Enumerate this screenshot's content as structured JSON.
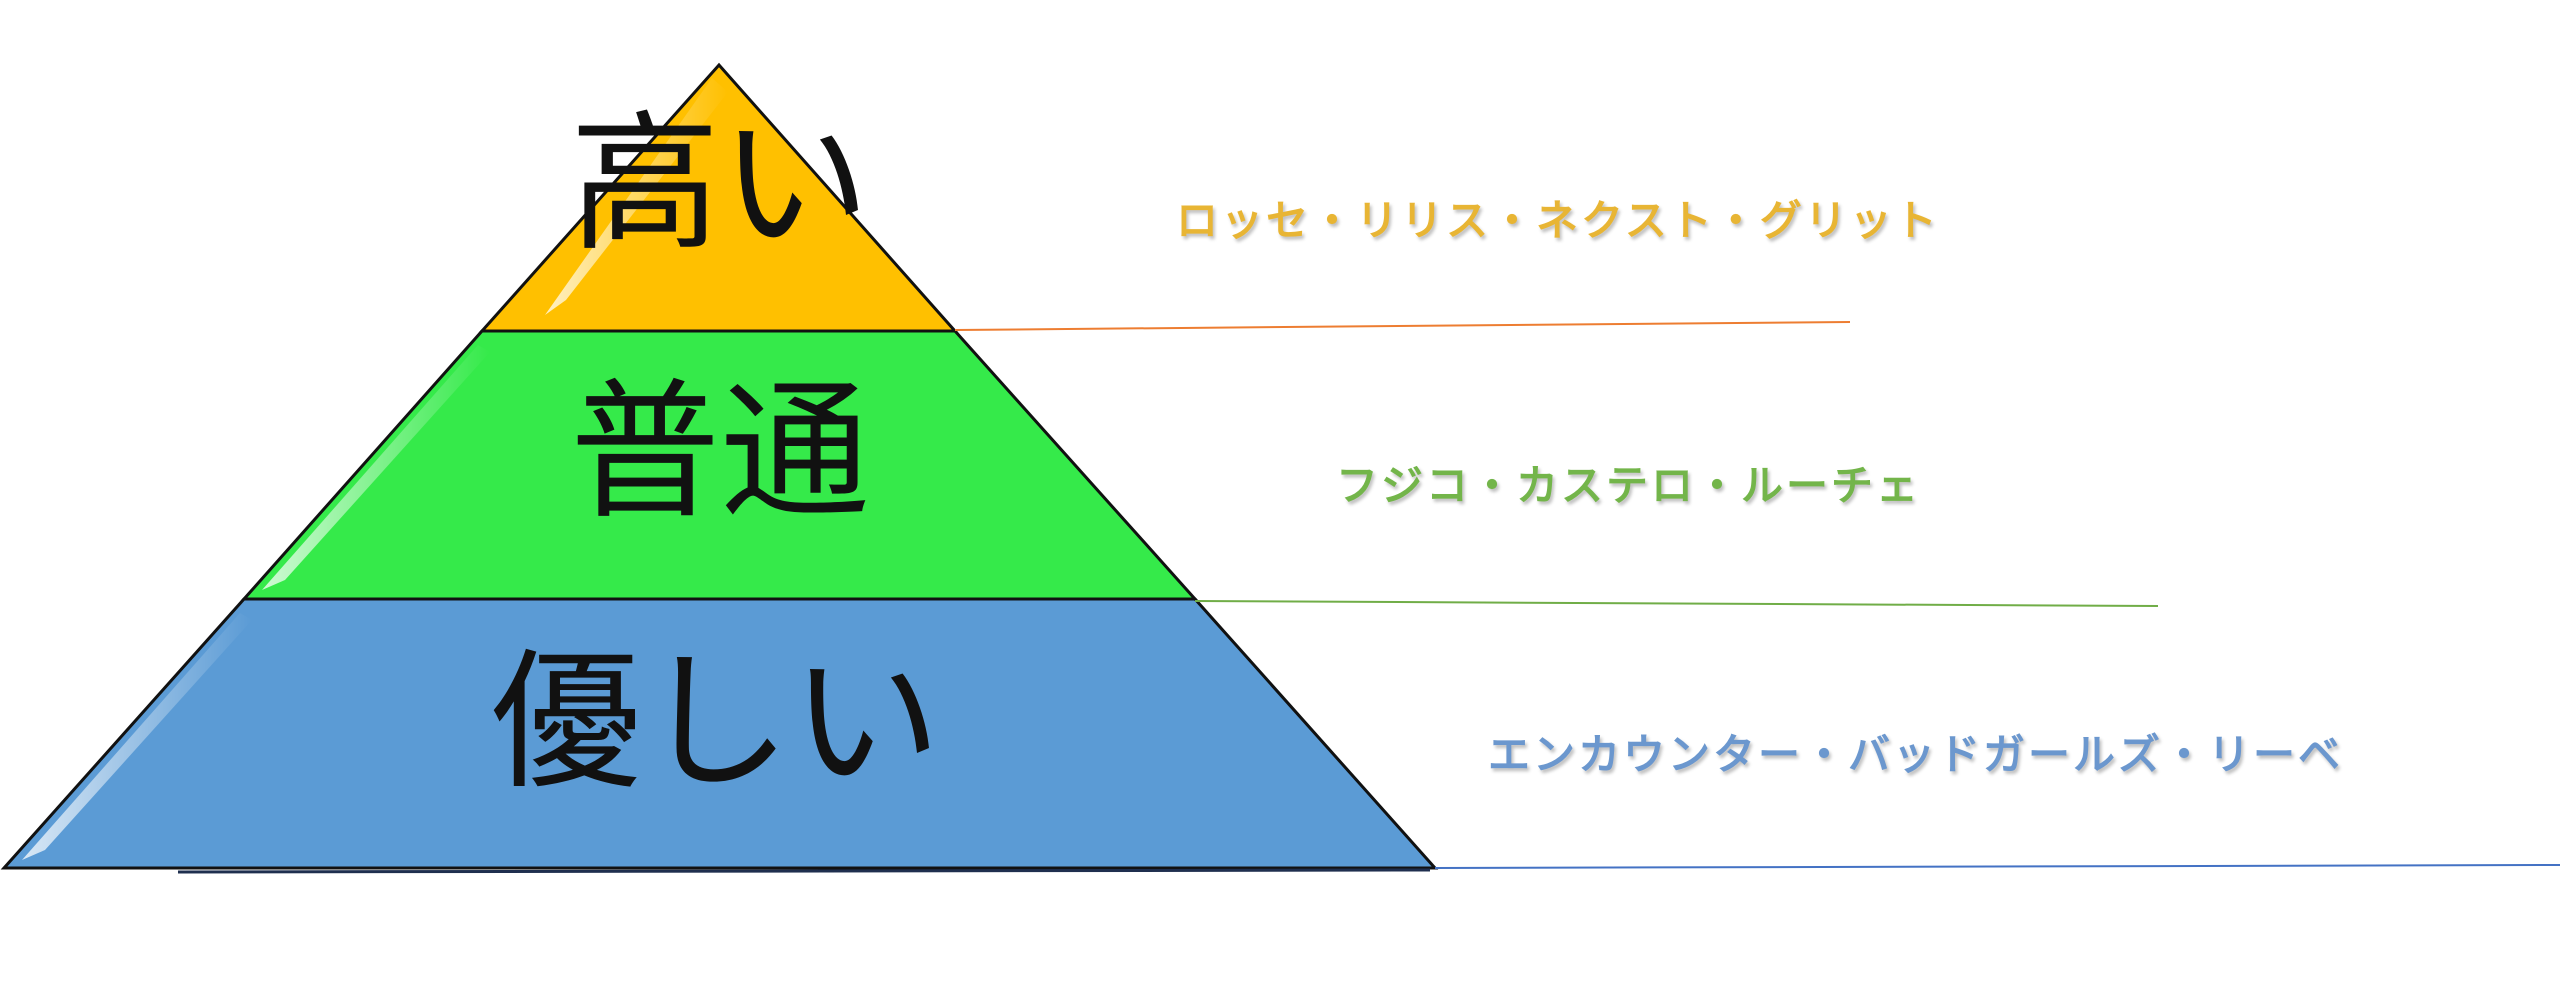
{
  "colors": {
    "tier_top": "#FFC000",
    "tier_middle": "#35EA4A",
    "tier_bottom": "#5B9BD5",
    "outline": "#111111",
    "name_top": "#E8B534",
    "name_middle": "#73B54A",
    "name_bottom": "#6B97CE",
    "rule_top": "#ED7D31",
    "rule_middle": "#70AD47",
    "rule_bottom": "#4472C4"
  },
  "tiers": [
    {
      "level": "高い",
      "name": "ロッセ・リリス・ネクスト・グリット"
    },
    {
      "level": "普通",
      "name": "フジコ・カステロ・ルーチェ"
    },
    {
      "level": "優しい",
      "name": "エンカウンター・バッドガールズ・リーベ"
    }
  ]
}
